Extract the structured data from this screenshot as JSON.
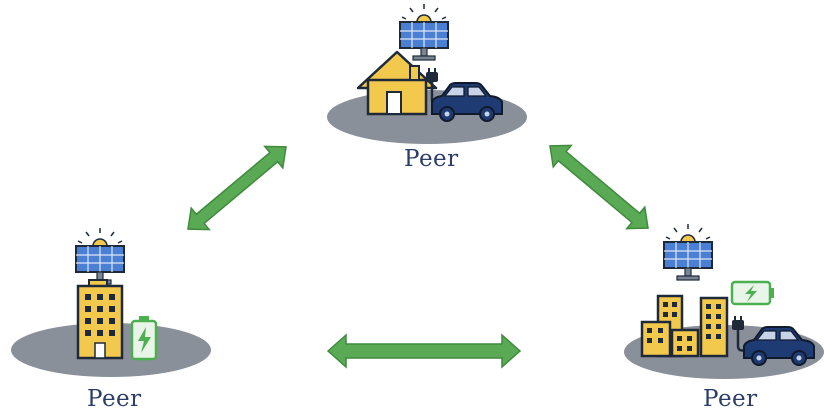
{
  "peers": [
    {
      "label": "Peer",
      "kind": "house"
    },
    {
      "label": "Peer",
      "kind": "office-building"
    },
    {
      "label": "Peer",
      "kind": "city-buildings"
    }
  ],
  "colors": {
    "arrow": "#5aaa55",
    "arrow_stroke": "#3f8a3d",
    "platform": "#8a9099",
    "building": "#f2c94c",
    "outline": "#1e2a3a",
    "car": "#1f3b73",
    "panel": "#4a7fd4",
    "sun": "#f2c94c",
    "battery": "#4caf50",
    "label": "#2c3e66"
  }
}
